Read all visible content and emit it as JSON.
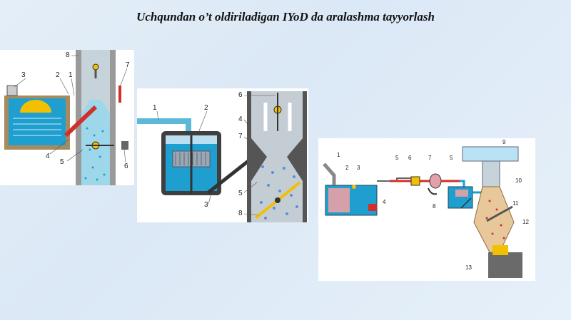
{
  "title": "Uchqundan o’t oldiriladigan  IYoD da aralashma tayyorlash",
  "panel1": {
    "labels": [
      "1",
      "2",
      "3",
      "4",
      "5",
      "6",
      "7",
      "8"
    ]
  },
  "panel2": {
    "labels": [
      "1",
      "2",
      "3",
      "4",
      "5",
      "6",
      "7",
      "8"
    ]
  },
  "panel3": {
    "labels": [
      "1",
      "2",
      "3",
      "4",
      "5",
      "6",
      "7",
      "5",
      "8",
      "9",
      "10",
      "11",
      "12",
      "13"
    ]
  },
  "colors": {
    "fuel": "#1e9fd0",
    "body": "#8a8a8a",
    "highlight": "#f2c000",
    "red": "#d0302a"
  }
}
